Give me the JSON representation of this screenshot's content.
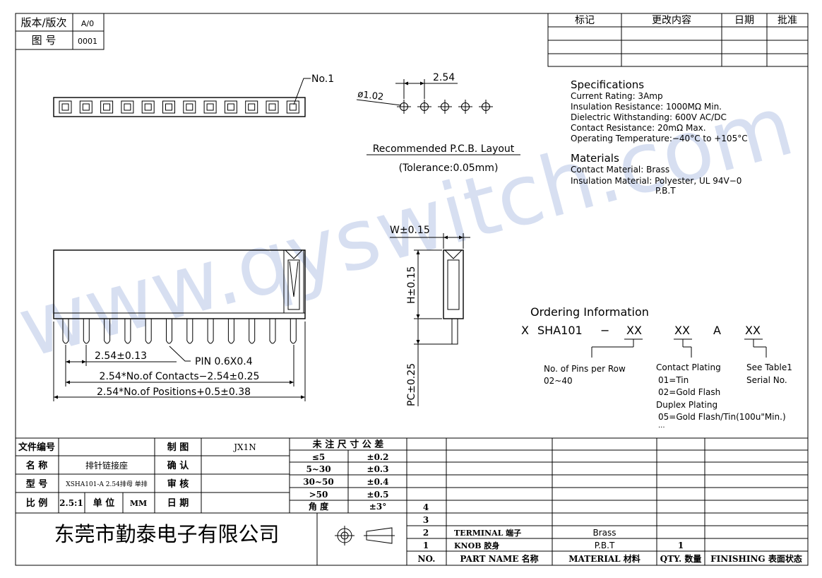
{
  "watermark": "www.qyswitch.com",
  "header": {
    "version_label": "版本/版次",
    "version_value": "A/0",
    "drawing_no_label": "图 号",
    "drawing_no_value": "0001"
  },
  "revision_table": {
    "headers": [
      "标记",
      "更改内容",
      "日期",
      "批准"
    ]
  },
  "labels": {
    "no1": "No.1",
    "pitch": "2.54",
    "hole_dia": "ø1.02",
    "pcb_layout": "Recommended P.C.B. Layout",
    "tolerance": "(Tolerance:0.05mm)",
    "w": "W±0.15",
    "h": "H±0.15",
    "pc": "PC±0.25",
    "pitch_tol": "2.54±0.13",
    "pin": "PIN 0.6X0.4",
    "contacts": "2.54*No.of Contacts−2.54±0.25",
    "positions": "2.54*No.of Positions+0.5±0.38"
  },
  "specifications": {
    "title": "Specifications",
    "lines": [
      "Current Rating:  3Amp",
      "Insulation Resistance: 1000MΩ Min.",
      "Dielectric Withstanding:  600V AC/DC",
      "Contact Resistance:  20mΩ Max.",
      "Operating Temperature:−40°C to +105°C"
    ]
  },
  "materials": {
    "title": "Materials",
    "lines": [
      "Contact Material: Brass",
      "Insulation Material: Polyester, UL 94V−0",
      "P.B.T"
    ]
  },
  "ordering": {
    "title": "Ordering Information",
    "code": [
      "X",
      "SHA101",
      "−",
      "XX",
      "XX",
      "A",
      "XX"
    ],
    "pins_label": "No. of Pins per Row",
    "pins_range": "02~40",
    "plating_title": "Contact Plating",
    "plating": [
      "01=Tin",
      "02=Gold Flash"
    ],
    "duplex_title": "Duplex Plating",
    "duplex": [
      "05=Gold Flash/Tin(100u\"Min.)",
      "..."
    ],
    "see_table": "See Table1",
    "serial": "Serial No."
  },
  "title_block": {
    "rows": [
      {
        "label": "文件编号",
        "value": "",
        "label2": "制 图",
        "value2": "JX1N"
      },
      {
        "label": "名 称",
        "value": "排针链接座",
        "label2": "确 认",
        "value2": ""
      },
      {
        "label": "型 号",
        "value": "XSHA101-A 2.54排母 单排",
        "label2": "审 核",
        "value2": ""
      },
      {
        "label": "比 例",
        "value": "2.5:1",
        "unit_label": "单 位",
        "unit": "MM",
        "label2": "日 期",
        "value2": ""
      }
    ],
    "tolerance_title": "未 注 尺 寸 公 差",
    "tolerances": [
      [
        "≤5",
        "±0.2"
      ],
      [
        "5~30",
        "±0.3"
      ],
      [
        "30~50",
        "±0.4"
      ],
      [
        ">50",
        "±0.5"
      ],
      [
        "角 度",
        "±3°"
      ]
    ],
    "company": "东莞市勤泰电子有限公司"
  },
  "bom": {
    "rows": [
      {
        "no": "4",
        "part": "",
        "material": "",
        "qty": "",
        "finish": ""
      },
      {
        "no": "3",
        "part": "",
        "material": "",
        "qty": "",
        "finish": ""
      },
      {
        "no": "2",
        "part": "TERMINAL 端子",
        "material": "Brass",
        "qty": "",
        "finish": ""
      },
      {
        "no": "1",
        "part": "KNOB 胶身",
        "material": "P.B.T",
        "qty": "1",
        "finish": ""
      }
    ],
    "headers": [
      "NO.",
      "PART NAME 名称",
      "MATERIAL 材料",
      "QTY. 数量",
      "FINISHING 表面状态"
    ]
  }
}
